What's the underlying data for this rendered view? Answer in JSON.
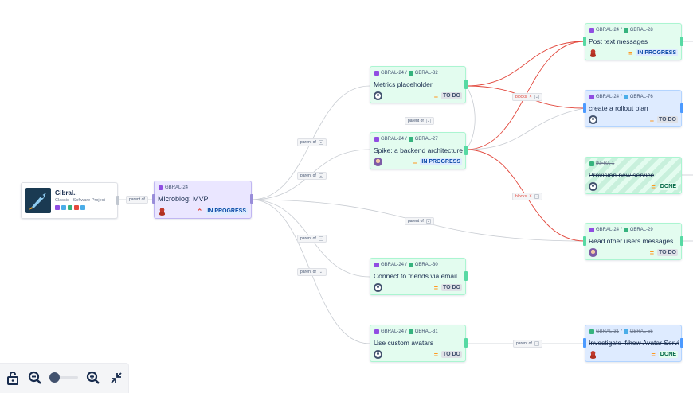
{
  "project": {
    "name": "Gibral..",
    "type": "Classic - Software Project"
  },
  "cards": {
    "mvp": {
      "path": "GBRAL-24",
      "title": "Microblog: MVP",
      "status": "IN PROGRESS"
    },
    "metrics": {
      "path_parent": "GBRAL-24",
      "path_key": "GBRAL-32",
      "title": "Metrics placeholder",
      "status": "TO DO"
    },
    "spike": {
      "path_parent": "GBRAL-24",
      "path_key": "GBRAL-27",
      "title": "Spike: a backend architecture f...",
      "status": "IN PROGRESS"
    },
    "connect": {
      "path_parent": "GBRAL-24",
      "path_key": "GBRAL-30",
      "title": "Connect to friends via email",
      "status": "TO DO"
    },
    "avatars": {
      "path_parent": "GBRAL-24",
      "path_key": "GBRAL-31",
      "title": "Use custom avatars",
      "status": "TO DO"
    },
    "post": {
      "path_parent": "GBRAL-24",
      "path_key": "GBRAL-28",
      "title": "Post text messages",
      "status": "IN PROGRESS"
    },
    "rollout": {
      "path_parent": "GBRAL-24",
      "path_key": "GBRAL-76",
      "title": "create a rollout plan",
      "status": "TO DO"
    },
    "provision": {
      "path_key": "INFRA-1",
      "title": "Provision new service",
      "status": "DONE"
    },
    "read": {
      "path_parent": "GBRAL-24",
      "path_key": "GBRAL-29",
      "title": "Read other users messages",
      "status": "TO DO"
    },
    "investigate": {
      "path_parent": "GBRAL-31",
      "path_key": "GBRAL-55",
      "title": "Investigate if/how Avatar Servi...",
      "status": "DONE"
    }
  },
  "links": {
    "parent_of": "parent of",
    "blocks": "blocks"
  },
  "colors": {
    "story": "#36b37e",
    "epic": "#904ee2",
    "task": "#4bade8",
    "blocks_line": "#e2483d",
    "parent_line": "#c1c7d0"
  },
  "icons": {
    "zoom": [
      "unlock-icon",
      "zoom-out-icon",
      "zoom-slider",
      "zoom-in-icon",
      "collapse-icon"
    ]
  }
}
